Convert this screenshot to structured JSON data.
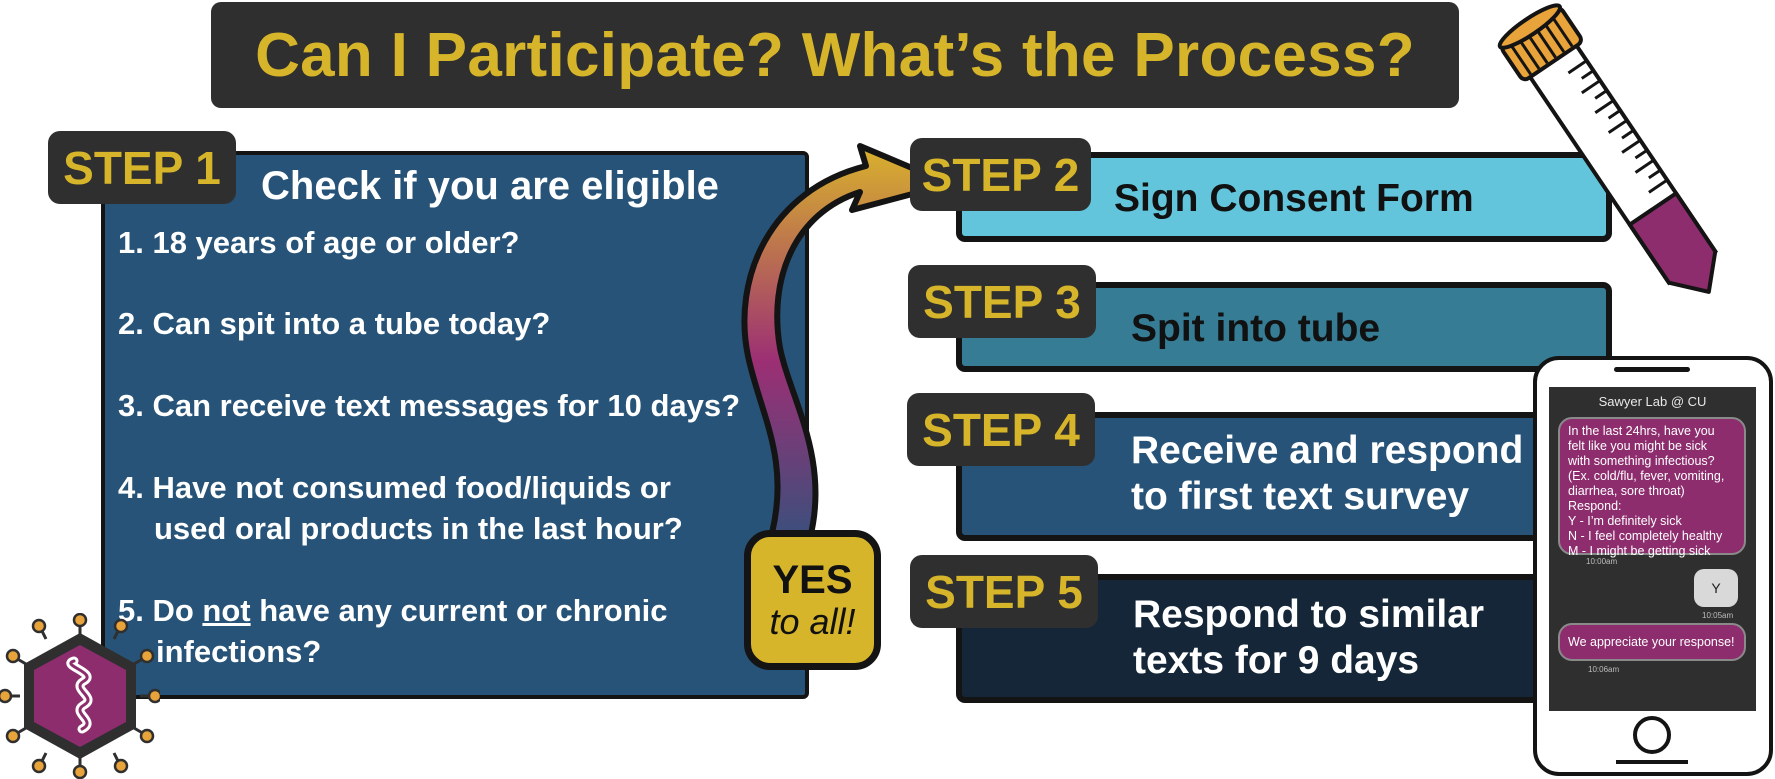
{
  "title": "Can I Participate? What’s the Process?",
  "colors": {
    "dark": "#2f2f2f",
    "gold": "#d7b52a",
    "navy": "#265377",
    "sky": "#62c5db",
    "teal": "#357c94",
    "midnight": "#142638",
    "magenta": "#8d2d6e"
  },
  "step1": {
    "tab": "STEP 1",
    "heading": "Check if you are eligible",
    "q1": "1. 18 years of age or older?",
    "q2": "2. Can spit into a tube today?",
    "q3": "3. Can receive text messages for 10 days?",
    "q4_line1": "4. Have not consumed food/liquids or",
    "q4_line2": "used oral products in the last hour?",
    "q5_prefix": "5. Do ",
    "q5_underlined": "not",
    "q5_suffix": " have any current or chronic",
    "q5_line2": "infections?"
  },
  "yes": {
    "main": "YES",
    "sub": "to all!"
  },
  "steps": [
    {
      "tab": "STEP 2",
      "line1": "Sign Consent Form",
      "line2": ""
    },
    {
      "tab": "STEP 3",
      "line1": "Spit into tube",
      "line2": ""
    },
    {
      "tab": "STEP 4",
      "line1": "Receive and respond",
      "line2": "to first text survey"
    },
    {
      "tab": "STEP 5",
      "line1": "Respond to similar",
      "line2": "texts for 9 days"
    }
  ],
  "phone": {
    "header": "Sawyer Lab @ CU",
    "msg1": [
      "In the last 24hrs, have you",
      "felt like you might be sick",
      "with something infectious?",
      "(Ex. cold/flu, fever, vomiting,",
      "diarrhea, sore throat)",
      "Respond:",
      "Y - I’m definitely sick",
      "N - I feel completely healthy",
      "M - I might be getting sick"
    ],
    "time1": "10:00am",
    "reply": "Y",
    "time2": "10:05am",
    "msg2": "We appreciate your response!",
    "time3": "10:06am"
  },
  "icons": [
    "virus-logo-icon",
    "sample-tube-icon",
    "curved-arrow-icon",
    "smartphone-icon"
  ]
}
